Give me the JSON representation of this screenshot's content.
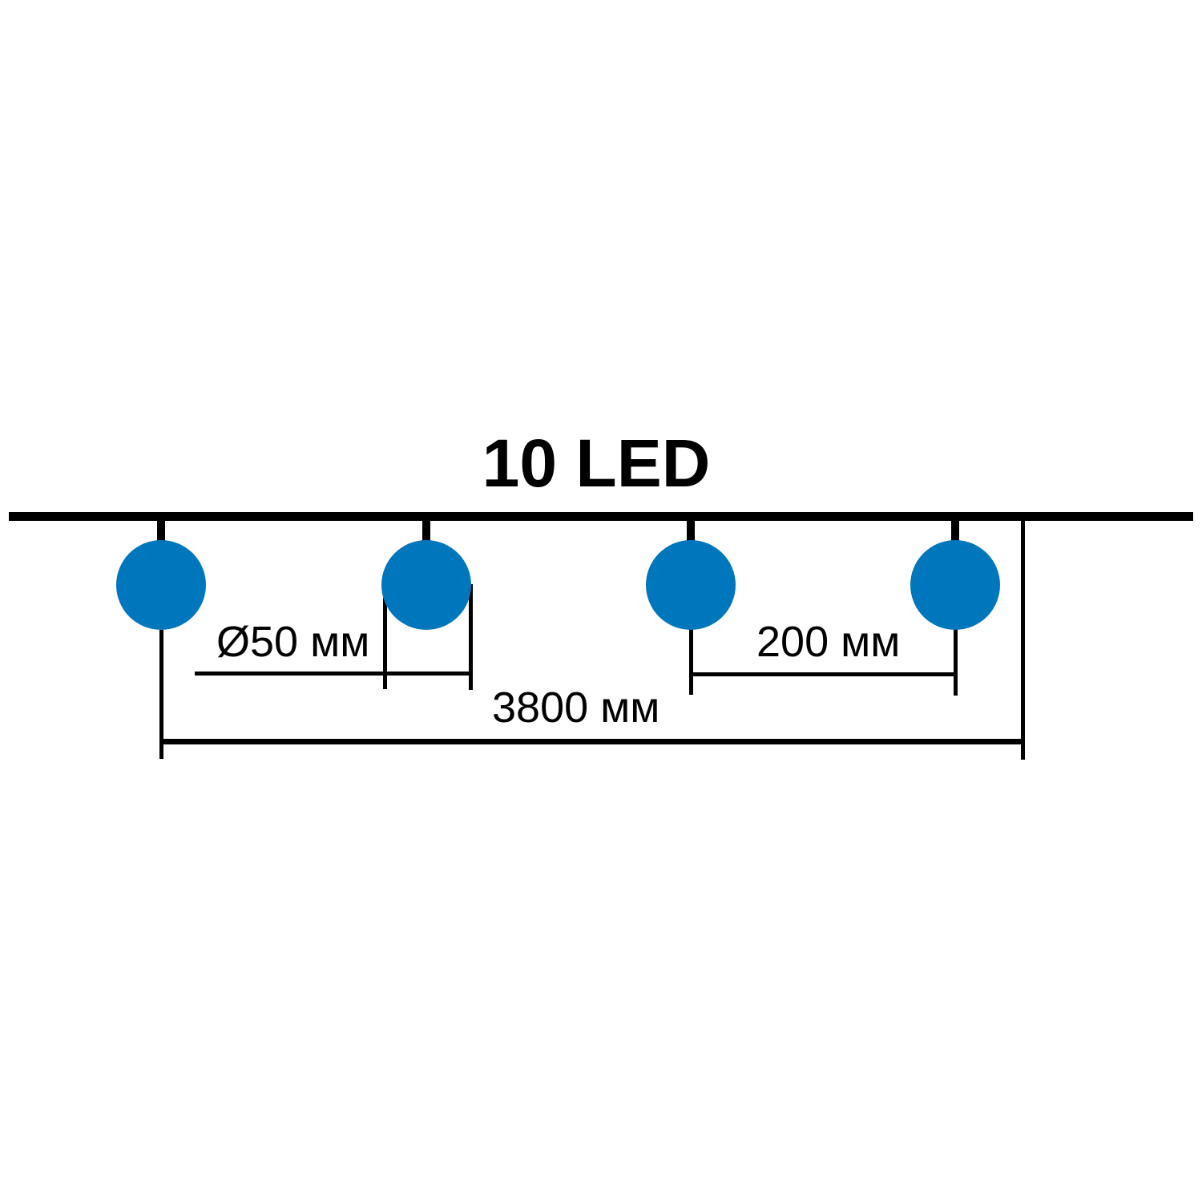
{
  "diagram": {
    "title": "10 LED",
    "led_count": 10,
    "bulbs_shown": 4,
    "dimensions": {
      "bulb_diameter": "Ø50 мм",
      "bulb_spacing": "200 мм",
      "total_length": "3800 мм"
    }
  },
  "colors": {
    "background": "#ffffff",
    "line": "#000000",
    "bulb": "#0077BC"
  }
}
